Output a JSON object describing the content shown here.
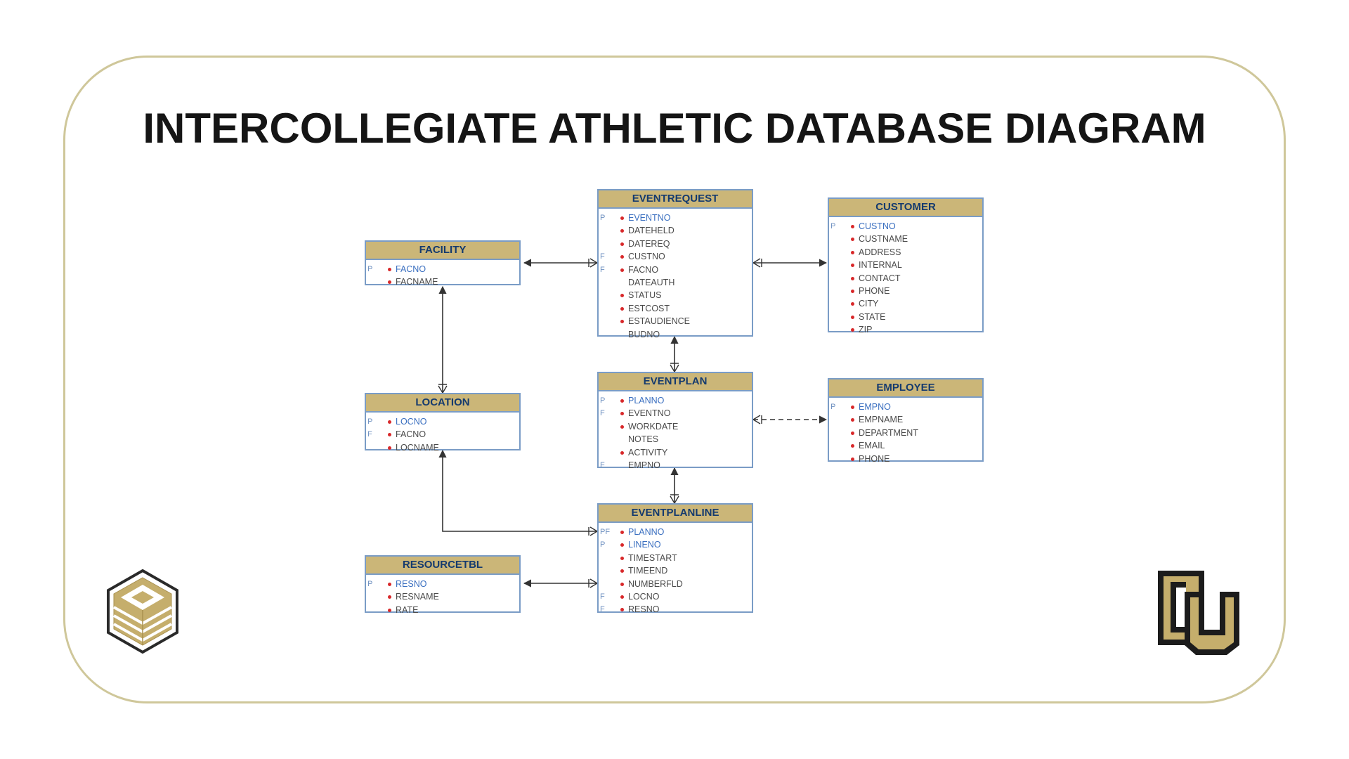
{
  "title": "INTERCOLLEGIATE ATHLETIC DATABASE DIAGRAM",
  "colors": {
    "frame": "#cfc79a",
    "entity_header": "#cbb678",
    "entity_border": "#7a9cc6",
    "primary_key_text": "#3a6fc0",
    "required_dot": "#d8282a"
  },
  "logos": {
    "left": "university-cube-logo",
    "right": "cu-logo"
  },
  "entities": {
    "eventrequest": {
      "name": "EVENTREQUEST",
      "attributes": [
        {
          "flag": "P",
          "name": "EVENTNO",
          "required": true,
          "pk": true
        },
        {
          "flag": "",
          "name": "DATEHELD",
          "required": true,
          "pk": false
        },
        {
          "flag": "",
          "name": "DATEREQ",
          "required": true,
          "pk": false
        },
        {
          "flag": "F",
          "name": "CUSTNO",
          "required": true,
          "pk": false
        },
        {
          "flag": "F",
          "name": "FACNO",
          "required": true,
          "pk": false
        },
        {
          "flag": "",
          "name": "DATEAUTH",
          "required": false,
          "pk": false
        },
        {
          "flag": "",
          "name": "STATUS",
          "required": true,
          "pk": false
        },
        {
          "flag": "",
          "name": "ESTCOST",
          "required": true,
          "pk": false
        },
        {
          "flag": "",
          "name": "ESTAUDIENCE",
          "required": true,
          "pk": false
        },
        {
          "flag": "",
          "name": "BUDNO",
          "required": false,
          "pk": false
        }
      ]
    },
    "customer": {
      "name": "CUSTOMER",
      "attributes": [
        {
          "flag": "P",
          "name": "CUSTNO",
          "required": true,
          "pk": true
        },
        {
          "flag": "",
          "name": "CUSTNAME",
          "required": true,
          "pk": false
        },
        {
          "flag": "",
          "name": "ADDRESS",
          "required": true,
          "pk": false
        },
        {
          "flag": "",
          "name": "INTERNAL",
          "required": true,
          "pk": false
        },
        {
          "flag": "",
          "name": "CONTACT",
          "required": true,
          "pk": false
        },
        {
          "flag": "",
          "name": "PHONE",
          "required": true,
          "pk": false
        },
        {
          "flag": "",
          "name": "CITY",
          "required": true,
          "pk": false
        },
        {
          "flag": "",
          "name": "STATE",
          "required": true,
          "pk": false
        },
        {
          "flag": "",
          "name": "ZIP",
          "required": true,
          "pk": false
        }
      ]
    },
    "facility": {
      "name": "FACILITY",
      "attributes": [
        {
          "flag": "P",
          "name": "FACNO",
          "required": true,
          "pk": true
        },
        {
          "flag": "",
          "name": "FACNAME",
          "required": true,
          "pk": false
        }
      ]
    },
    "location": {
      "name": "LOCATION",
      "attributes": [
        {
          "flag": "P",
          "name": "LOCNO",
          "required": true,
          "pk": true
        },
        {
          "flag": "F",
          "name": "FACNO",
          "required": true,
          "pk": false
        },
        {
          "flag": "",
          "name": "LOCNAME",
          "required": true,
          "pk": false
        }
      ]
    },
    "eventplan": {
      "name": "EVENTPLAN",
      "attributes": [
        {
          "flag": "P",
          "name": "PLANNO",
          "required": true,
          "pk": true
        },
        {
          "flag": "F",
          "name": "EVENTNO",
          "required": true,
          "pk": false
        },
        {
          "flag": "",
          "name": "WORKDATE",
          "required": true,
          "pk": false
        },
        {
          "flag": "",
          "name": "NOTES",
          "required": false,
          "pk": false
        },
        {
          "flag": "",
          "name": "ACTIVITY",
          "required": true,
          "pk": false
        },
        {
          "flag": "F",
          "name": "EMPNO",
          "required": false,
          "pk": false
        }
      ]
    },
    "employee": {
      "name": "EMPLOYEE",
      "attributes": [
        {
          "flag": "P",
          "name": "EMPNO",
          "required": true,
          "pk": true
        },
        {
          "flag": "",
          "name": "EMPNAME",
          "required": true,
          "pk": false
        },
        {
          "flag": "",
          "name": "DEPARTMENT",
          "required": true,
          "pk": false
        },
        {
          "flag": "",
          "name": "EMAIL",
          "required": true,
          "pk": false
        },
        {
          "flag": "",
          "name": "PHONE",
          "required": true,
          "pk": false
        }
      ]
    },
    "eventplanline": {
      "name": "EVENTPLANLINE",
      "attributes": [
        {
          "flag": "PF",
          "name": "PLANNO",
          "required": true,
          "pk": true
        },
        {
          "flag": "P",
          "name": "LINENO",
          "required": true,
          "pk": true
        },
        {
          "flag": "",
          "name": "TIMESTART",
          "required": true,
          "pk": false
        },
        {
          "flag": "",
          "name": "TIMEEND",
          "required": true,
          "pk": false
        },
        {
          "flag": "",
          "name": "NUMBERFLD",
          "required": true,
          "pk": false
        },
        {
          "flag": "F",
          "name": "LOCNO",
          "required": true,
          "pk": false
        },
        {
          "flag": "F",
          "name": "RESNO",
          "required": true,
          "pk": false
        }
      ]
    },
    "resourcetbl": {
      "name": "RESOURCETBL",
      "attributes": [
        {
          "flag": "P",
          "name": "RESNO",
          "required": true,
          "pk": true
        },
        {
          "flag": "",
          "name": "RESNAME",
          "required": true,
          "pk": false
        },
        {
          "flag": "",
          "name": "RATE",
          "required": true,
          "pk": false
        }
      ]
    }
  },
  "relationships": [
    {
      "from": "eventrequest",
      "to": "facility",
      "style": "solid"
    },
    {
      "from": "eventrequest",
      "to": "customer",
      "style": "solid"
    },
    {
      "from": "location",
      "to": "facility",
      "style": "solid"
    },
    {
      "from": "eventplan",
      "to": "eventrequest",
      "style": "solid"
    },
    {
      "from": "eventplan",
      "to": "employee",
      "style": "dashed"
    },
    {
      "from": "eventplanline",
      "to": "eventplan",
      "style": "solid"
    },
    {
      "from": "eventplanline",
      "to": "location",
      "style": "solid"
    },
    {
      "from": "eventplanline",
      "to": "resourcetbl",
      "style": "solid"
    }
  ]
}
